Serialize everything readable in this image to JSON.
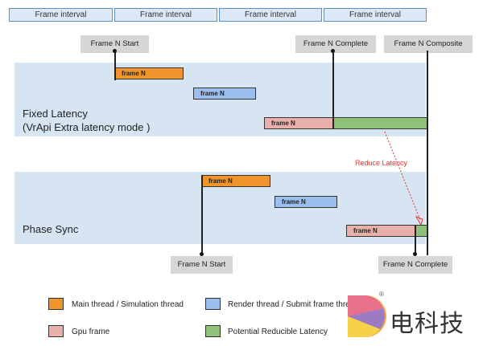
{
  "header": {
    "intervals": [
      "Frame interval",
      "Frame interval",
      "Frame interval",
      "Frame interval"
    ]
  },
  "labels": {
    "frame_n_start_top": "Frame N Start",
    "frame_n_complete_top": "Frame N Complete",
    "frame_n_composite": "Frame N Composite",
    "frame_n_start_bottom": "Frame N Start",
    "frame_n_complete_bottom": "Frame N Complete"
  },
  "fixed_latency": {
    "title_line1": "Fixed Latency",
    "title_line2": "(VrApi Extra latency mode )",
    "main_frame": "frame N",
    "render_frame": "frame N",
    "gpu_frame": "frame N"
  },
  "phase_sync": {
    "title": "Phase Sync",
    "main_frame": "frame N",
    "render_frame": "frame N",
    "gpu_frame": "frame N"
  },
  "annotation": {
    "reduce_latency": "Reduce Latency"
  },
  "legend": {
    "main_thread": "Main thread / Simulation thread",
    "render_thread": "Render thread / Submit frame thread",
    "gpu_frame": "Gpu frame",
    "reducible": "Potential Reducible  Latency"
  },
  "colors": {
    "main_thread": "#f0952b",
    "render_thread": "#9bbef0",
    "gpu_frame": "#e8b0aa",
    "reducible": "#8fc178",
    "annotation": "#e0352b"
  },
  "watermark": {
    "text": "电科技",
    "registered": "®"
  }
}
